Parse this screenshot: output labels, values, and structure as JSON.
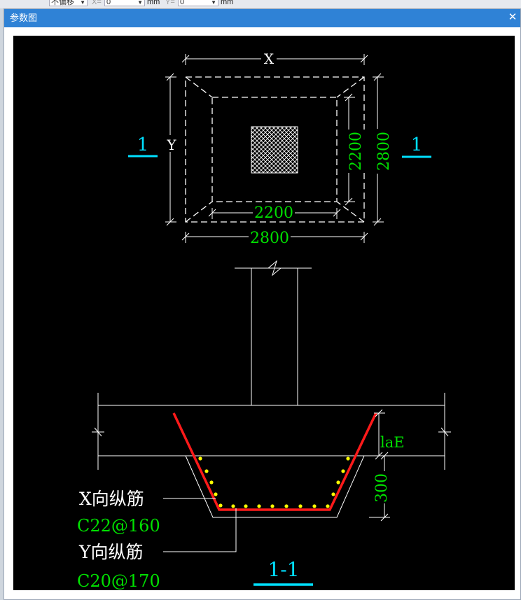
{
  "toolbar": {
    "offset_select": "不偏移",
    "x_label": "X=",
    "x_value": "0",
    "x_unit": "mm",
    "y_label": "Y=",
    "y_value": "0",
    "y_unit": "mm"
  },
  "window": {
    "title": "参数图",
    "close_icon": "close-icon"
  },
  "plan": {
    "x_label": "X",
    "y_label": "Y",
    "inner_width": "2200",
    "outer_width": "2800",
    "inner_height": "2200",
    "outer_height": "2800",
    "section_mark_left": "1",
    "section_mark_right": "1"
  },
  "section": {
    "anchorage_label": "laE",
    "depth_label": "300",
    "x_rebar_label": "X向纵筋",
    "x_rebar_value": "C22@160",
    "y_rebar_label": "Y向纵筋",
    "y_rebar_value": "C20@170",
    "section_title": "1-1"
  },
  "colors": {
    "canvas_bg": "#000000",
    "line_white": "#ffffff",
    "dim_green": "#00e000",
    "mark_cyan": "#00e0ff",
    "rebar_red": "#ff1a1a",
    "rebar_dot_yellow": "#ffff00",
    "titlebar_blue": "#2f82d6"
  }
}
